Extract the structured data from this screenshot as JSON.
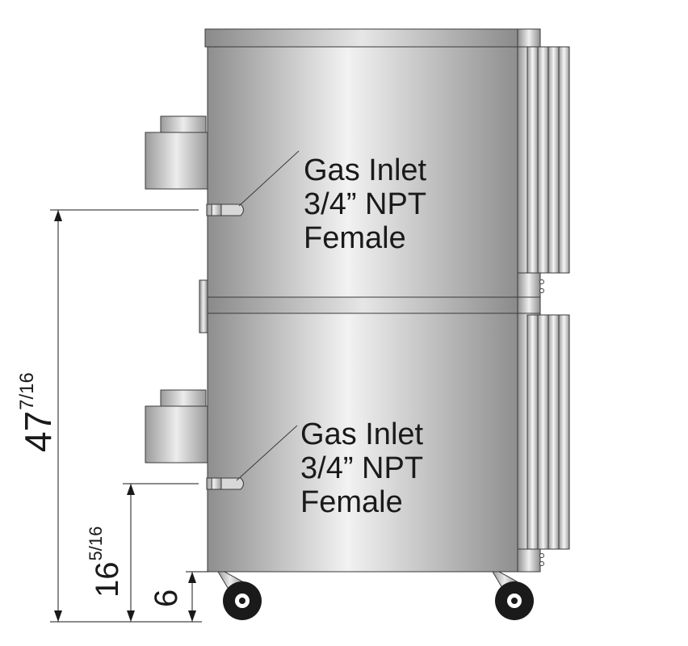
{
  "callouts": [
    {
      "line1": "Gas Inlet",
      "line2": "3/4” NPT",
      "line3": "Female"
    },
    {
      "line1": "Gas Inlet",
      "line2": "3/4” NPT",
      "line3": "Female"
    }
  ],
  "dimensions": {
    "total_height": {
      "whole": "47",
      "fraction": "7/16"
    },
    "lower_inlet_height": {
      "whole": "16",
      "fraction": "5/16"
    },
    "base_height": {
      "whole": "6",
      "fraction": ""
    }
  },
  "colors": {
    "body_light": "#f4f4f4",
    "body_dark": "#8c8c8c",
    "outline": "#3a3a3a",
    "wheel": "#1a1a1a"
  }
}
